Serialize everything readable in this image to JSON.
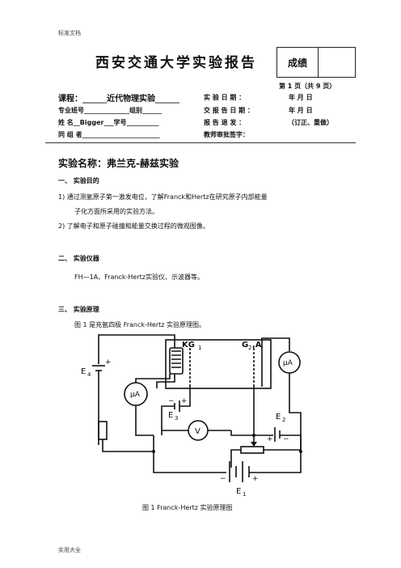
{
  "header_left": "标准文档",
  "footer_left": "实用大全",
  "report_title": "西安交通大学实验报告",
  "grade_label": "成绩",
  "page_info": "第 1 页（共 9 页）",
  "info": {
    "course": "课程：______近代物理实验______",
    "date": "实 验 日 期 ：",
    "date_tail": "年   月   日",
    "class": "专业班号______________组别______",
    "submit": "交 报 告 日 期 ：",
    "submit_tail": "年   月   日",
    "name": "姓    名__Bigger___学号__________",
    "return": "报 告 退 发 ：",
    "return_tail": "（订正、重做）",
    "partner": "同 组 者________________________",
    "signature": "教师审批签字："
  },
  "experiment_title": "实验名称：弗兰克-赫兹实验",
  "sections": {
    "s1_title": "一、  实验目的",
    "s1_item1": "1)   通过测氩原子第一激发电位，了解Franck和Hertz在研究原子内部能量",
    "s1_item1b": "子化方面所采用的实验方法。",
    "s1_item2": "2)   了解电子和原子碰撞和能量交换过程的微观图像。",
    "s2_title": "二、  实验仪器",
    "s2_text": "FH—1A、Franck-Hertz实验仪、示波器等。",
    "s3_title": "三、  实验原理",
    "s3_text": "图 1 是充氩四极 Franck-Hertz 实验原理图。"
  },
  "figure": {
    "caption": "图 1  Franck-Hertz 实验原理图",
    "labels": {
      "KG": "KG",
      "KG_sub": "1",
      "G2A": "G",
      "G2A_sub": "2",
      "A": ",A",
      "E4": "E",
      "E4_sub": "4",
      "E3": "E",
      "E3_sub": "3",
      "E2": "E",
      "E2_sub": "2",
      "E1": "E",
      "E1_sub": "1",
      "uA_left": "μA",
      "uA_right": "μA",
      "V": "V",
      "plus": "+",
      "minus": "−"
    }
  }
}
